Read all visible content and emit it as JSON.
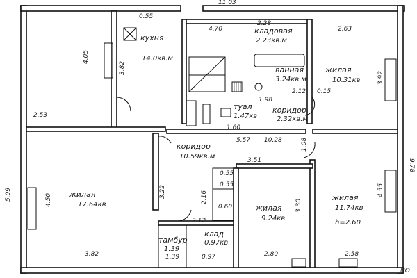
{
  "plan": {
    "rooms": {
      "kitchen": {
        "name": "кухня",
        "area": "14.0кв.м"
      },
      "pantry": {
        "name": "кладовая",
        "area": "2.23кв.м"
      },
      "bath": {
        "name": "ванная",
        "area": "3.24кв.м"
      },
      "living_ne": {
        "name": "жилая",
        "area": "10.31кв"
      },
      "wc": {
        "name": "туал",
        "area": "1.47кв"
      },
      "corridor_small": {
        "name": "коридор",
        "area": "2.32кв.м"
      },
      "corridor_main": {
        "name": "коридор",
        "area": "10.59кв.м"
      },
      "living_w": {
        "name": "жилая",
        "area": "17.64кв"
      },
      "living_mid": {
        "name": "жилая",
        "area": "9.24кв"
      },
      "living_e": {
        "name": "жилая",
        "area": "11.74кв",
        "height": "h=2.60"
      },
      "vestibule": {
        "name": "тамбур",
        "area": "1.39"
      },
      "storage": {
        "name": "клад",
        "area": "0.97кв"
      }
    },
    "dims": {
      "top_total": "11.03",
      "top_gap": "0.55",
      "d470": "4.70",
      "d228": "2.28",
      "d263": "2.63",
      "d405": "4.05",
      "d382_top": "3.82",
      "d392": "3.92",
      "d253": "2.53",
      "d212": "2.12",
      "d015": "0.15",
      "d198": "1.98",
      "d160": "1.60",
      "d557": "5.57",
      "d1028": "10.28",
      "d351": "3.51",
      "d108": "1.08",
      "d978": "9.78",
      "d509": "5.09",
      "d450": "4.50",
      "d322": "3.22",
      "d455": "4.55",
      "d330": "3.30",
      "d382_bottom": "3.82",
      "d280": "2.80",
      "d258": "2.58",
      "d139": "1.39",
      "d097": "0.97",
      "d216": "2.16",
      "d212b": "2.12",
      "d055": "0.55",
      "d060": "0.60",
      "d055b": "0.55",
      "north": "НО"
    }
  }
}
